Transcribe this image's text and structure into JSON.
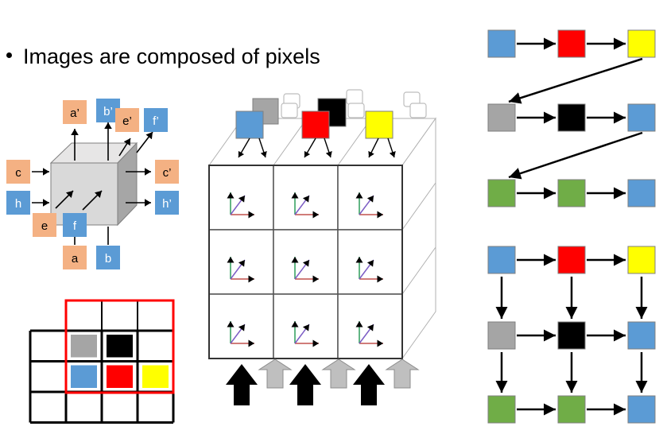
{
  "bullet": {
    "text": "Images are composed of pixels"
  },
  "colors": {
    "blue": "#5b9bd5",
    "red": "#ff0000",
    "yellow": "#ffff00",
    "gray": "#a5a5a5",
    "black": "#000000",
    "green": "#70ad47",
    "salmon": "#f4b183",
    "cube_face": "#d9d9d9",
    "cube_side": "#a6a6a6",
    "arrow_gray": "#bfbfbf",
    "axis_green": "#2e9e5b",
    "axis_purple": "#7b5cc4",
    "axis_red": "#c0504d"
  },
  "cell_unit": {
    "labels": {
      "a_prime": "a’",
      "b_prime": "b’",
      "e_prime": "e’",
      "f_prime": "f’",
      "c": "c",
      "c_prime": "c’",
      "h": "h",
      "h_prime": "h’",
      "e": "e",
      "f": "f",
      "a": "a",
      "b": "b"
    }
  },
  "pixel_grid": {
    "row1": [
      "gray",
      "black"
    ],
    "row2": [
      "blue",
      "red",
      "yellow"
    ]
  },
  "chain_sequence": [
    "blue",
    "red",
    "yellow",
    "gray",
    "black",
    "blue",
    "green",
    "green",
    "blue"
  ],
  "grid_graph": [
    [
      "blue",
      "red",
      "yellow"
    ],
    [
      "gray",
      "black",
      "blue"
    ],
    [
      "green",
      "green",
      "blue"
    ]
  ],
  "cube_top_inputs": [
    "blue",
    "gray",
    "red",
    "black",
    "yellow"
  ]
}
